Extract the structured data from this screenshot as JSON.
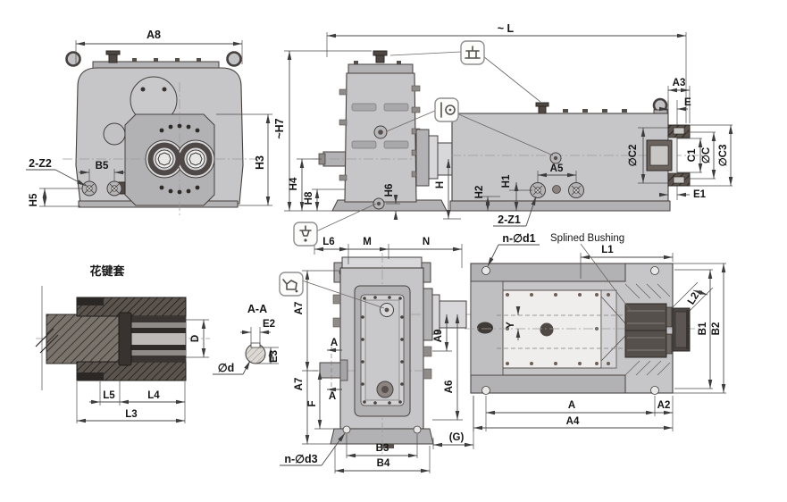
{
  "drawing": {
    "views": {
      "front_view": {
        "a8": "A8",
        "h3": "H3",
        "b5": "B5",
        "h5": "H5",
        "z2": "2-Z2"
      },
      "side_view": {
        "l": "~ L",
        "h7": "~H7",
        "h4": "H4",
        "h8": "H8",
        "h6": "H6",
        "h": "H"
      },
      "output_end_view": {
        "a3": "A3",
        "e": "E",
        "e1": "E1",
        "c2": "∅C2",
        "c1": "C1",
        "c": "∅C",
        "c3": "∅C3",
        "h1": "H1",
        "h2": "H2",
        "a5": "A5",
        "z1": "2-Z1"
      },
      "spline_sleeve_view": {
        "title": "花键套",
        "d": "D",
        "l5": "L5",
        "l4": "L4",
        "l3": "L3"
      },
      "section_aa": {
        "title": "A-A",
        "e2": "E2",
        "e3": "E3",
        "dia_d": "∅d"
      },
      "bottom_front_view": {
        "l6": "L6",
        "m": "M",
        "n": "N",
        "a7": "A7",
        "f": "F",
        "a9": "A9",
        "a6": "A6",
        "b3": "B3",
        "b4": "B4",
        "n_d3": "n-∅d3",
        "g": "(G)",
        "section_marker": "A"
      },
      "top_view": {
        "n_d1": "n-∅d1",
        "splined_bushing": "Splined Bushing",
        "l1": "L1",
        "l2": "L2",
        "b1": "B1",
        "b2": "B2",
        "y": "Y",
        "a": "A",
        "a2": "A2",
        "a4": "A4"
      }
    },
    "icons": {
      "breather": "breather-plug-icon",
      "oil_level": "oil-level-icon",
      "drain": "oil-drain-icon",
      "fill": "oil-fill-icon"
    },
    "colors": {
      "body": "#c6c6c8",
      "body_dark": "#b2b2b4",
      "plate_light": "#efeeec",
      "outline": "#45403d",
      "dim_line": "#4a4a4a",
      "section_dark": "#57504b",
      "bushing": "#4f4844"
    }
  }
}
